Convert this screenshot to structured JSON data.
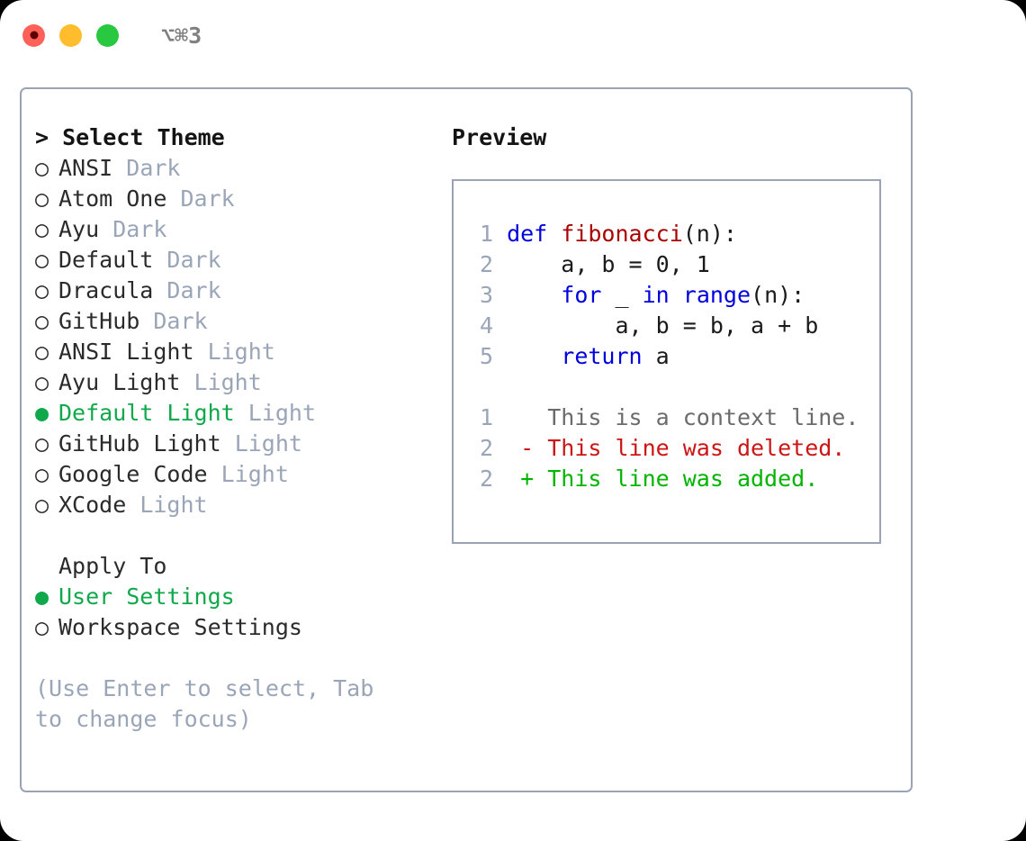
{
  "titlebar": {
    "shortcut": "⌥⌘3",
    "buttons": [
      {
        "name": "close",
        "color": "#ff6159"
      },
      {
        "name": "minimize",
        "color": "#ffbd2e"
      },
      {
        "name": "maximize",
        "color": "#28c840"
      }
    ]
  },
  "theme_picker": {
    "header": "> Select Theme",
    "items": [
      {
        "marker": "○",
        "label": "ANSI",
        "suffix": "Dark",
        "selected": false
      },
      {
        "marker": "○",
        "label": "Atom One",
        "suffix": "Dark",
        "selected": false
      },
      {
        "marker": "○",
        "label": "Ayu",
        "suffix": "Dark",
        "selected": false
      },
      {
        "marker": "○",
        "label": "Default",
        "suffix": "Dark",
        "selected": false
      },
      {
        "marker": "○",
        "label": "Dracula",
        "suffix": "Dark",
        "selected": false
      },
      {
        "marker": "○",
        "label": "GitHub",
        "suffix": "Dark",
        "selected": false
      },
      {
        "marker": "○",
        "label": "ANSI Light",
        "suffix": "Light",
        "selected": false
      },
      {
        "marker": "○",
        "label": "Ayu Light",
        "suffix": "Light",
        "selected": false
      },
      {
        "marker": "●",
        "label": "Default Light",
        "suffix": "Light",
        "selected": true
      },
      {
        "marker": "○",
        "label": "GitHub Light",
        "suffix": "Light",
        "selected": false
      },
      {
        "marker": "○",
        "label": "Google Code",
        "suffix": "Light",
        "selected": false
      },
      {
        "marker": "○",
        "label": "XCode",
        "suffix": "Light",
        "selected": false
      }
    ]
  },
  "apply_to": {
    "title": "Apply To",
    "items": [
      {
        "marker": "●",
        "label": "User Settings",
        "selected": true
      },
      {
        "marker": "○",
        "label": "Workspace Settings",
        "selected": false
      }
    ]
  },
  "hint": "(Use Enter to select, Tab to change focus)",
  "preview": {
    "title": "Preview",
    "code_lines": [
      {
        "num": "1",
        "tokens": [
          {
            "t": "def",
            "c": "kw"
          },
          {
            "t": " ",
            "c": "plain"
          },
          {
            "t": "fibonacci",
            "c": "fn"
          },
          {
            "t": "(n):",
            "c": "plain"
          }
        ]
      },
      {
        "num": "2",
        "tokens": [
          {
            "t": "    a, b = 0, 1",
            "c": "plain"
          }
        ]
      },
      {
        "num": "3",
        "tokens": [
          {
            "t": "    ",
            "c": "plain"
          },
          {
            "t": "for",
            "c": "kw"
          },
          {
            "t": " _ ",
            "c": "plain"
          },
          {
            "t": "in",
            "c": "kw"
          },
          {
            "t": " ",
            "c": "plain"
          },
          {
            "t": "range",
            "c": "kw"
          },
          {
            "t": "(n):",
            "c": "plain"
          }
        ]
      },
      {
        "num": "4",
        "tokens": [
          {
            "t": "        a, b = b, a + b",
            "c": "plain"
          }
        ]
      },
      {
        "num": "5",
        "tokens": [
          {
            "t": "    ",
            "c": "plain"
          },
          {
            "t": "return",
            "c": "kw"
          },
          {
            "t": " a",
            "c": "plain"
          }
        ]
      }
    ],
    "diff_lines": [
      {
        "num": "1",
        "sign": " ",
        "text": " This is a context line.",
        "kind": "ctx"
      },
      {
        "num": "2",
        "sign": "-",
        "text": " This line was deleted.",
        "kind": "del"
      },
      {
        "num": "2",
        "sign": "+",
        "text": " This line was added.",
        "kind": "add"
      }
    ]
  },
  "colors": {
    "selection_green": "#0fa84a",
    "muted": "#9aa5b8",
    "border": "#9aa4b5",
    "keyword_blue": "#0000dd",
    "function_red": "#aa0000",
    "diff_add": "#00b400",
    "diff_del": "#cc1515"
  }
}
